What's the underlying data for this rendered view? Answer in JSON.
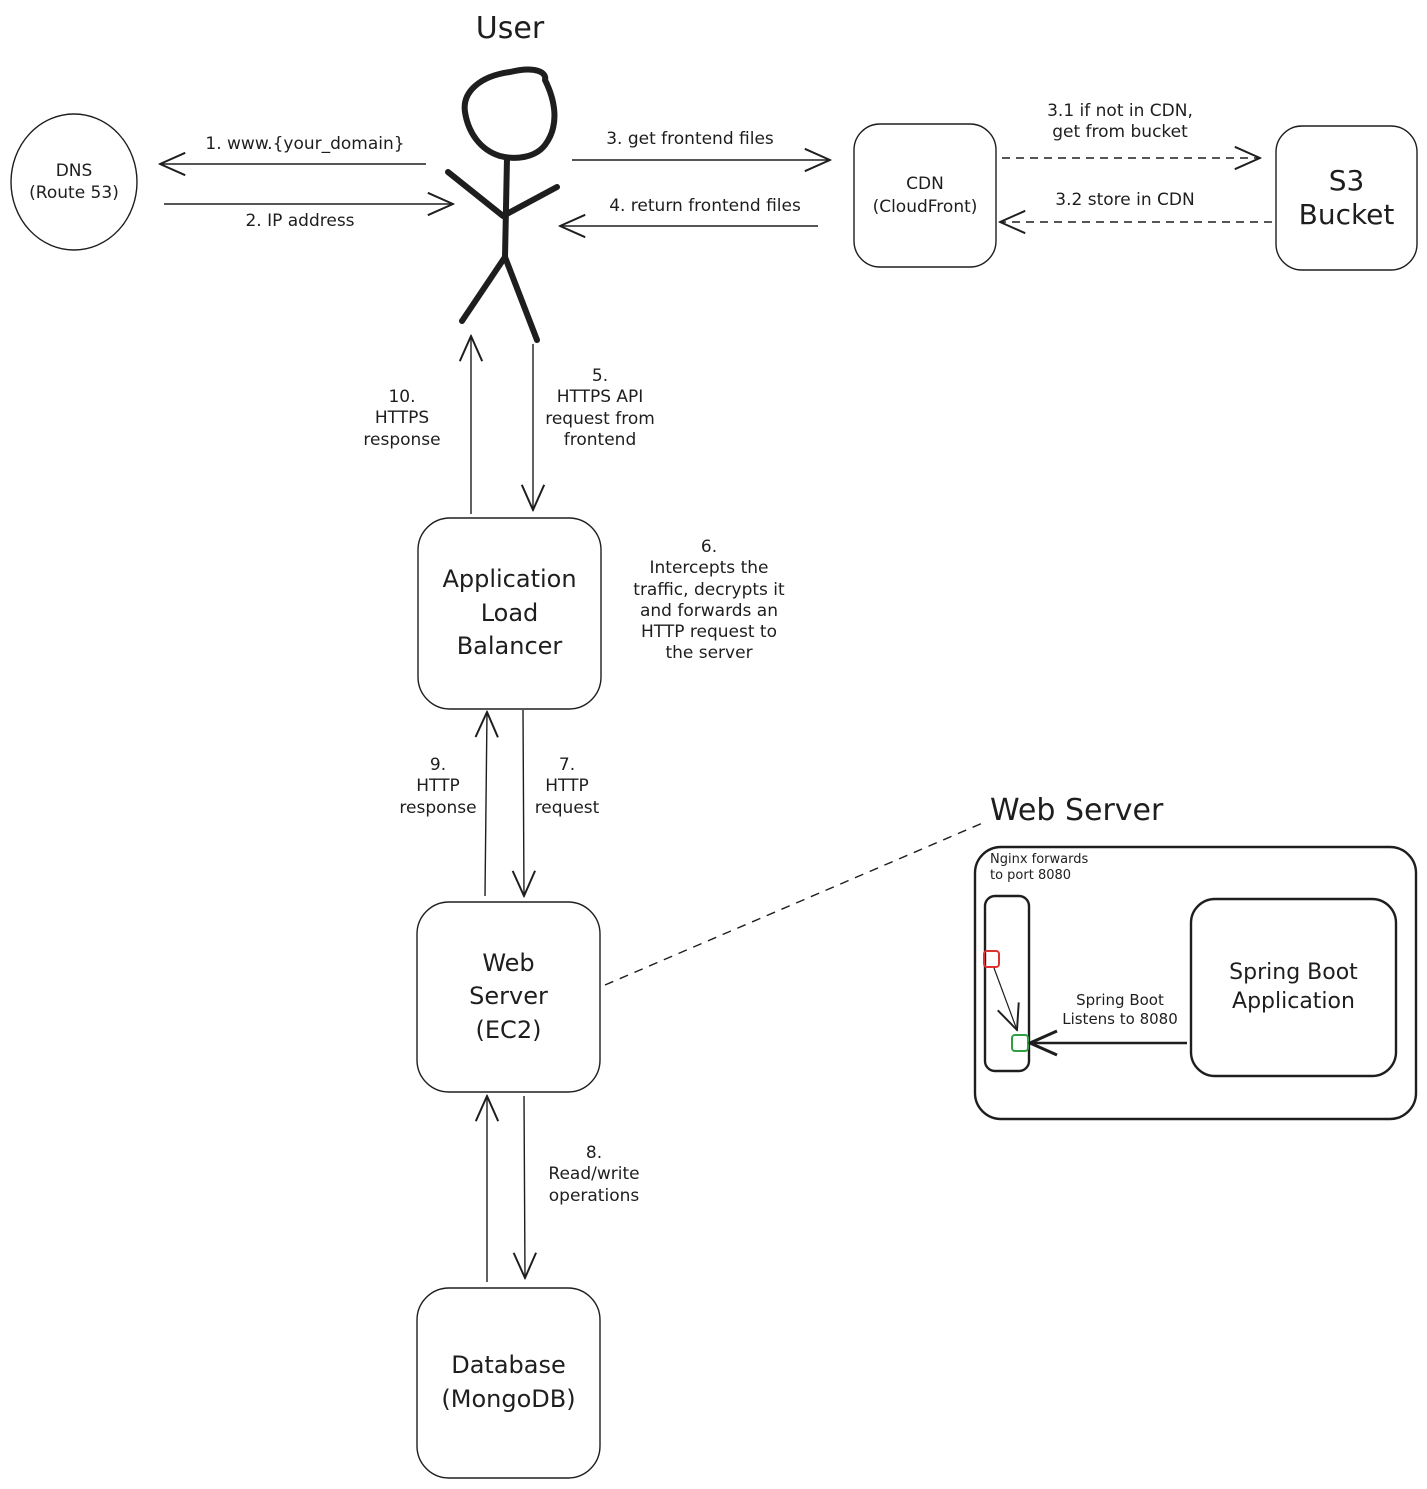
{
  "title": "User",
  "nodes": {
    "user": {
      "label": "User",
      "icon": "stick-figure-icon"
    },
    "dns": {
      "label": "DNS\n(Route 53)",
      "shape": "circle"
    },
    "cdn": {
      "label": "CDN\n(CloudFront)",
      "shape": "rounded-rect"
    },
    "s3": {
      "label": "S3\nBucket",
      "shape": "rounded-rect"
    },
    "alb": {
      "label": "Application\nLoad\nBalancer",
      "shape": "rounded-rect"
    },
    "webserver": {
      "label": "Web\nServer\n(EC2)",
      "shape": "rounded-rect"
    },
    "database": {
      "label": "Database\n(MongoDB)",
      "shape": "rounded-rect"
    }
  },
  "edges": {
    "e1": {
      "label": "1. www.{your_domain}",
      "from": "user",
      "to": "dns",
      "style": "solid"
    },
    "e2": {
      "label": "2. IP address",
      "from": "dns",
      "to": "user",
      "style": "solid"
    },
    "e3": {
      "label": "3. get frontend files",
      "from": "user",
      "to": "cdn",
      "style": "solid"
    },
    "e4": {
      "label": "4. return frontend files",
      "from": "cdn",
      "to": "user",
      "style": "solid"
    },
    "e3_1": {
      "label": "3.1 if not in CDN,\nget from bucket",
      "from": "cdn",
      "to": "s3",
      "style": "dashed"
    },
    "e3_2": {
      "label": "3.2 store in CDN",
      "from": "s3",
      "to": "cdn",
      "style": "dashed"
    },
    "e5": {
      "label": "5.\nHTTPS API\nrequest from\nfrontend",
      "from": "user",
      "to": "alb",
      "style": "solid"
    },
    "e6": {
      "label": "6.\nIntercepts the\ntraffic, decrypts it\nand forwards an\nHTTP request to\nthe server"
    },
    "e7": {
      "label": "7.\nHTTP\nrequest",
      "from": "alb",
      "to": "webserver",
      "style": "solid"
    },
    "e8": {
      "label": "8.\nRead/write\noperations",
      "from": "webserver",
      "to": "database",
      "style": "solid"
    },
    "e9": {
      "label": "9.\nHTTP\nresponse",
      "from": "webserver",
      "to": "alb",
      "style": "solid"
    },
    "e10": {
      "label": "10.\nHTTPS\nresponse",
      "from": "alb",
      "to": "user",
      "style": "solid"
    }
  },
  "detail": {
    "title": "Web Server",
    "nginx_label": "Nginx forwards\nto port 8080",
    "spring_label": "Spring Boot\nApplication",
    "listen_label": "Spring Boot\nListens to 8080",
    "port_in_color": "#e03131",
    "port_out_color": "#2f9e44"
  },
  "colors": {
    "stroke": "#1e1e1e",
    "background": "#ffffff"
  }
}
